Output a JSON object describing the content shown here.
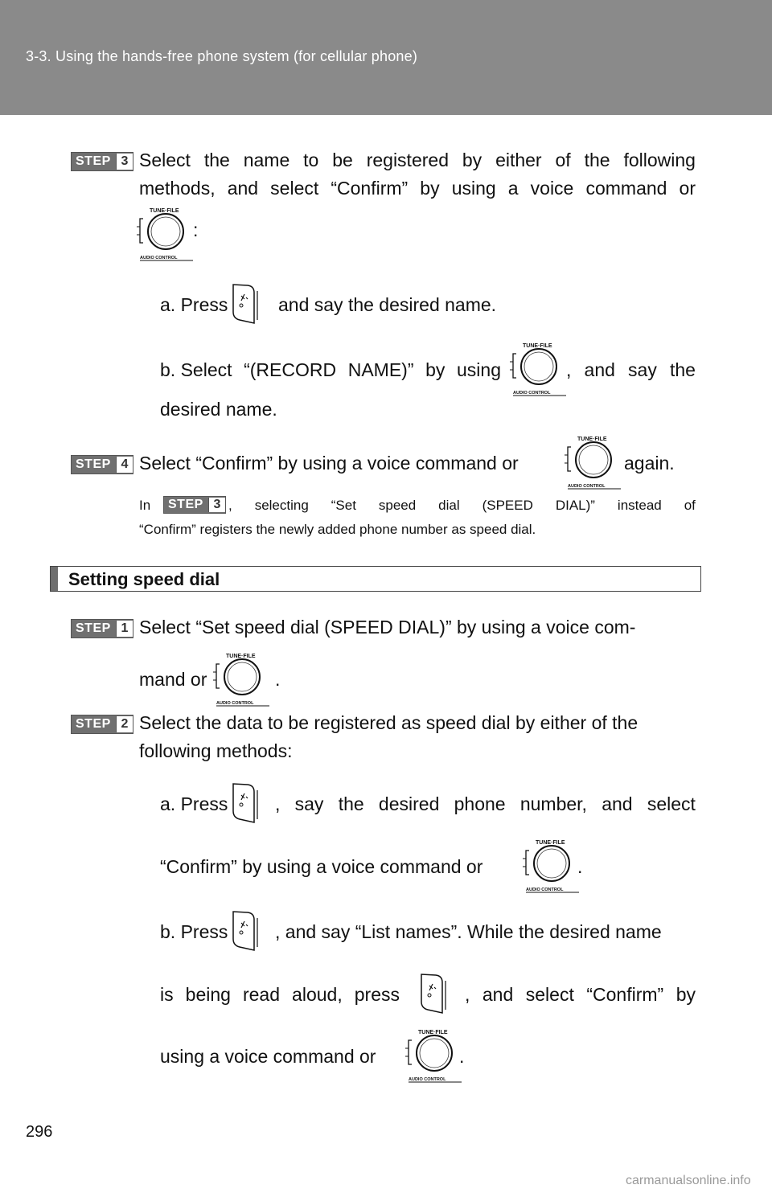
{
  "header": {
    "title": "3-3. Using the hands-free phone system (for cellular phone)"
  },
  "step_label": "STEP",
  "icons": {
    "knob_label_top": "TUNE·FILE",
    "knob_label_bottom": "AUDIO CONTROL"
  },
  "steps": {
    "s3": {
      "num": "3",
      "line1": [
        "Select",
        "the",
        "name",
        "to",
        "be",
        "registered",
        "by",
        "either",
        "of",
        "the",
        "following"
      ],
      "line2": [
        "methods,",
        "and",
        "select",
        "“Confirm”",
        "by",
        "using",
        "a",
        "voice",
        "command",
        "or"
      ],
      "colon": ":",
      "a_label": "a. Press",
      "a_text": "and say the desired name.",
      "b_words": [
        "b. Select",
        "“(RECORD",
        "NAME)”",
        "by",
        "using"
      ],
      "b_after": [
        ",",
        "and",
        "say",
        "the"
      ],
      "b_line2": "desired name."
    },
    "s4": {
      "num": "4",
      "text": "Select “Confirm” by using a voice command or",
      "after": "again."
    },
    "note": {
      "pre": "In",
      "post_words": [
        ",",
        "selecting",
        "“Set",
        "speed",
        "dial",
        "(SPEED",
        "DIAL)”",
        "instead",
        "of"
      ],
      "line2": "“Confirm” registers the newly added phone number as speed dial."
    },
    "section_title": "Setting speed dial",
    "p1": {
      "num": "1",
      "line1": "Select “Set speed dial (SPEED DIAL)” by using a voice com-",
      "line2": "mand or",
      "end": "."
    },
    "p2": {
      "num": "2",
      "line1": "Select the data to be registered as speed dial by either of the",
      "line2": "following methods:",
      "a_label": "a. Press",
      "a_after": [
        ",",
        "say",
        "the",
        "desired",
        "phone",
        "number,",
        "and",
        "select"
      ],
      "a_line2": "“Confirm” by using a voice command or",
      "a_end": ".",
      "b_label": "b. Press",
      "b_after": ", and say “List names”. While the desired name",
      "b_line2_pre": [
        "is",
        "being",
        "read",
        "aloud,",
        "press"
      ],
      "b_line2_post": [
        ",",
        "and",
        "select",
        "“Confirm”",
        "by"
      ],
      "b_line3": "using a voice command or",
      "b_end": "."
    }
  },
  "page_number": "296",
  "watermark": "carmanualsonline.info"
}
